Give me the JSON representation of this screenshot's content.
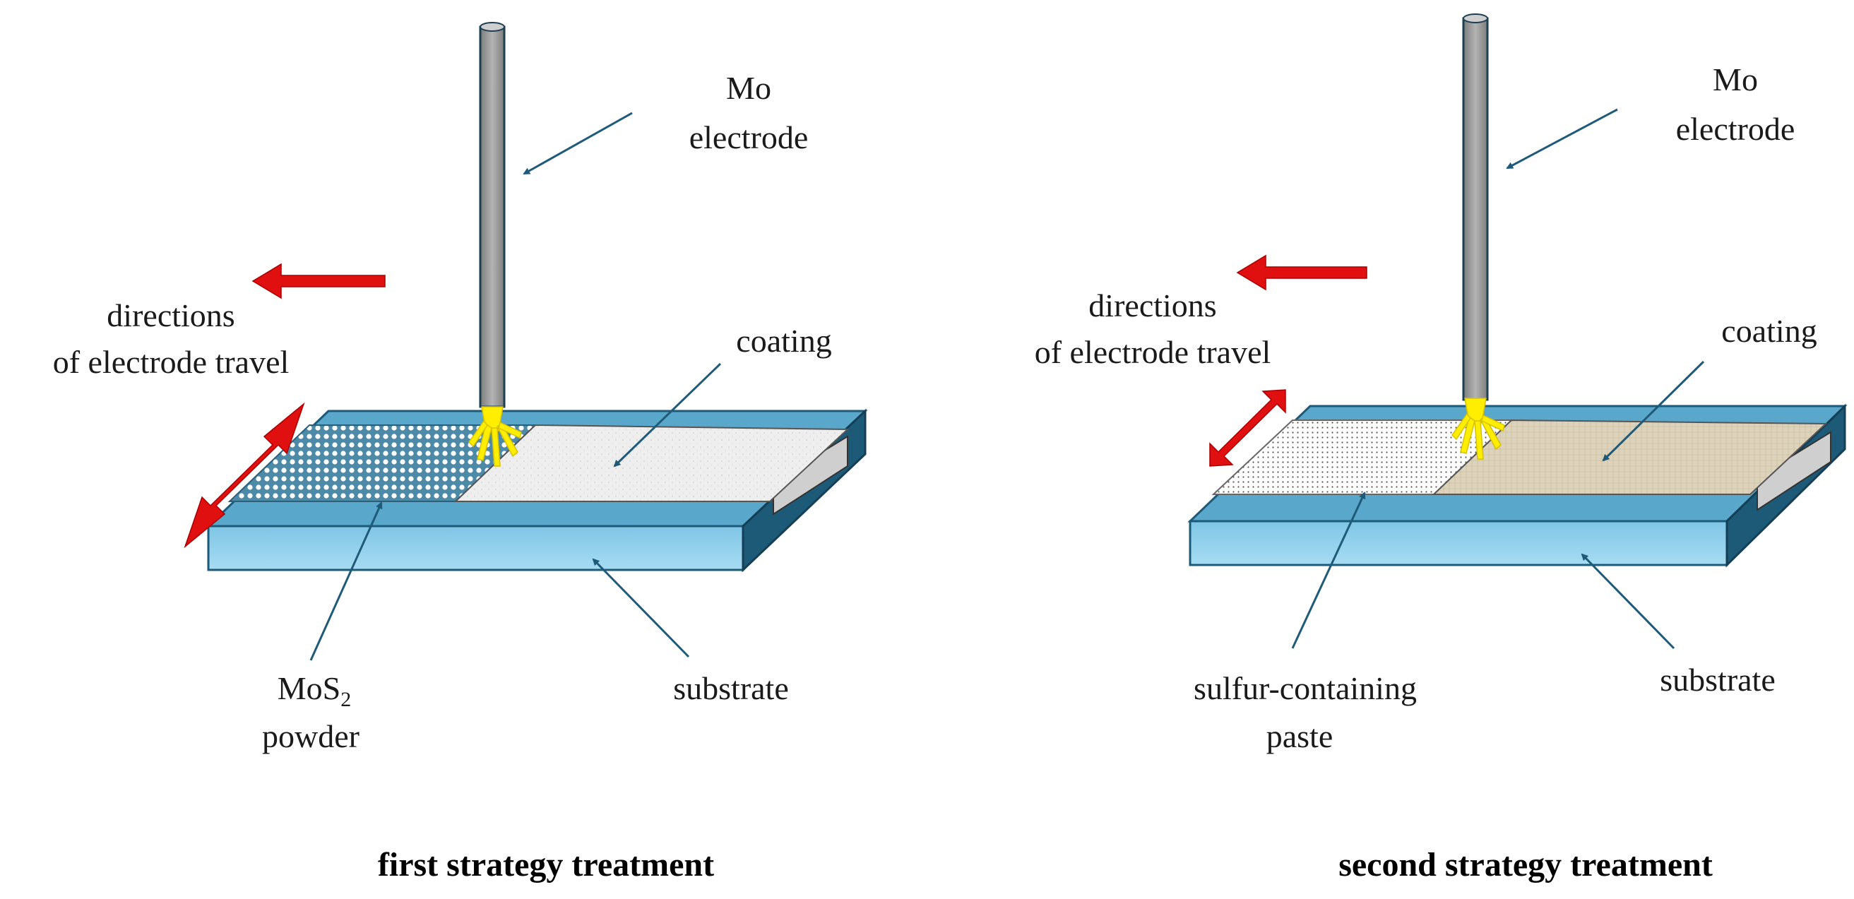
{
  "panels": [
    {
      "electrode_label": [
        "Mo",
        "electrode"
      ],
      "direction_label": [
        "directions",
        "of electrode travel"
      ],
      "coating_label": "coating",
      "material_label": {
        "main": "MoS",
        "subscript": "2",
        "line2": "powder"
      },
      "substrate_label": "substrate",
      "caption": "first strategy treatment"
    },
    {
      "electrode_label": [
        "Mo",
        "electrode"
      ],
      "direction_label": [
        "directions",
        "of electrode travel"
      ],
      "coating_label": "coating",
      "material_label": {
        "line1": "sulfur-containing",
        "line2": "paste"
      },
      "substrate_label": "substrate",
      "caption": "second strategy treatment"
    }
  ],
  "colors": {
    "substrate": "#88c9e6",
    "substrate_top": "#5aa7cc",
    "substrate_dark": "#1d5a78",
    "electrode": "#9a9a9a",
    "spark": "#ffee00",
    "arrow_red": "#e01010",
    "leader": "#1f5a78",
    "coating_1": "#eeeeee",
    "coating_2": "#d9cfb8"
  }
}
